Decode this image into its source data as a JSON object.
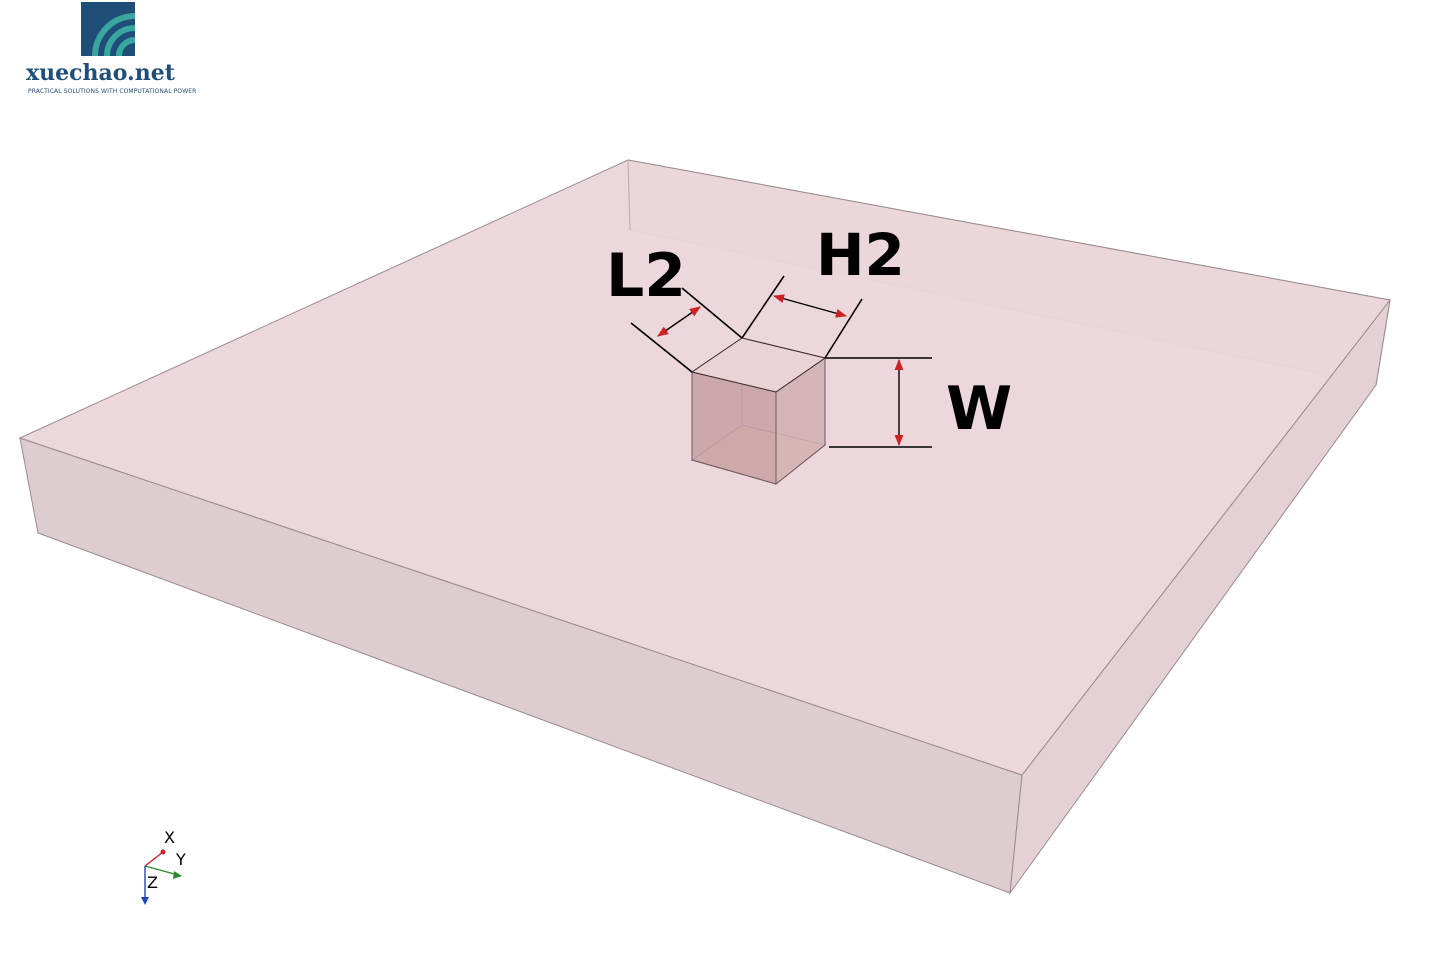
{
  "logo": {
    "name": "xuechao.net",
    "tagline": "PRACTICAL SOLUTIONS WITH COMPUTATIONAL POWER",
    "color": "#1f4e79",
    "accent": "#3aa6a0"
  },
  "dimensions": {
    "l2": "L2",
    "h2": "H2",
    "w": "W"
  },
  "axes": {
    "x": "X",
    "y": "Y",
    "z": "Z",
    "x_color": "#cc2222",
    "y_color": "#2a8a2a",
    "z_color": "#2244bb"
  },
  "colors": {
    "slab": "#ebd6da",
    "slab_edge": "#9a8a8e",
    "cube_face": "#c9a3a8",
    "cube_bottom": "#e3cbb7",
    "arrow": "#cc2222"
  }
}
